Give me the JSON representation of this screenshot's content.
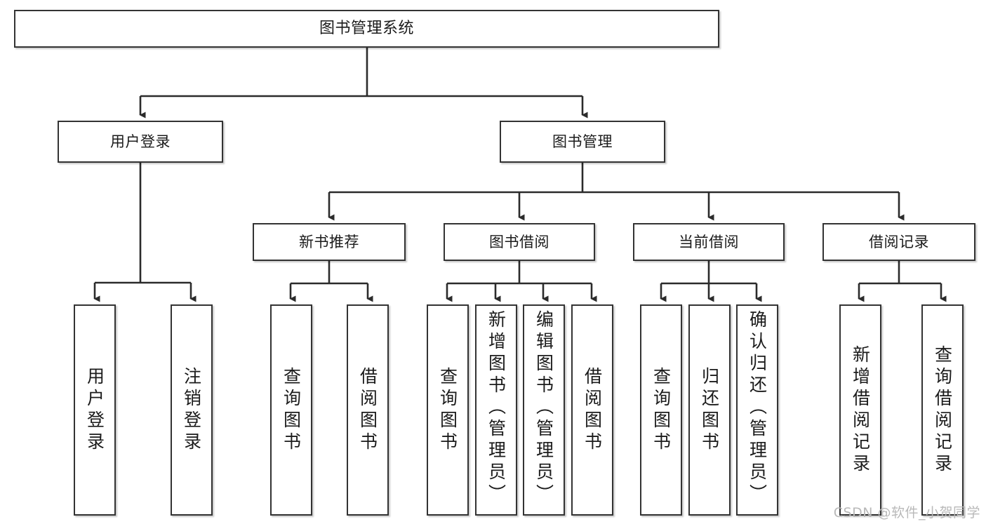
{
  "diagram": {
    "title": "图书管理系统",
    "type": "tree-hierarchy-chart",
    "root": {
      "label": "图书管理系统"
    },
    "level2": [
      {
        "label": "用户登录"
      },
      {
        "label": "图书管理"
      }
    ],
    "level3": [
      {
        "label": "新书推荐"
      },
      {
        "label": "图书借阅"
      },
      {
        "label": "当前借阅"
      },
      {
        "label": "借阅记录"
      }
    ],
    "leaves": {
      "user_login": [
        {
          "label": "用户登录"
        },
        {
          "label": "注销登录"
        }
      ],
      "new_book_recommend": [
        {
          "label": "查询图书"
        },
        {
          "label": "借阅图书"
        }
      ],
      "book_borrow": [
        {
          "label": "查询图书"
        },
        {
          "label": "新增图书（管理员）"
        },
        {
          "label": "编辑图书（管理员）"
        },
        {
          "label": "借阅图书"
        }
      ],
      "current_borrow": [
        {
          "label": "查询图书"
        },
        {
          "label": "归还图书"
        },
        {
          "label": "确认归还（管理员）"
        }
      ],
      "borrow_records": [
        {
          "label": "新增借阅记录"
        },
        {
          "label": "查询借阅记录"
        }
      ]
    }
  },
  "watermark": {
    "text": "CSDN @软件_小贺同学"
  },
  "colors": {
    "box_border": "#333333",
    "box_fill": "#ffffff",
    "line": "#2b2b2b",
    "text": "#1b1b1b",
    "watermark": "#b9b9b9"
  }
}
